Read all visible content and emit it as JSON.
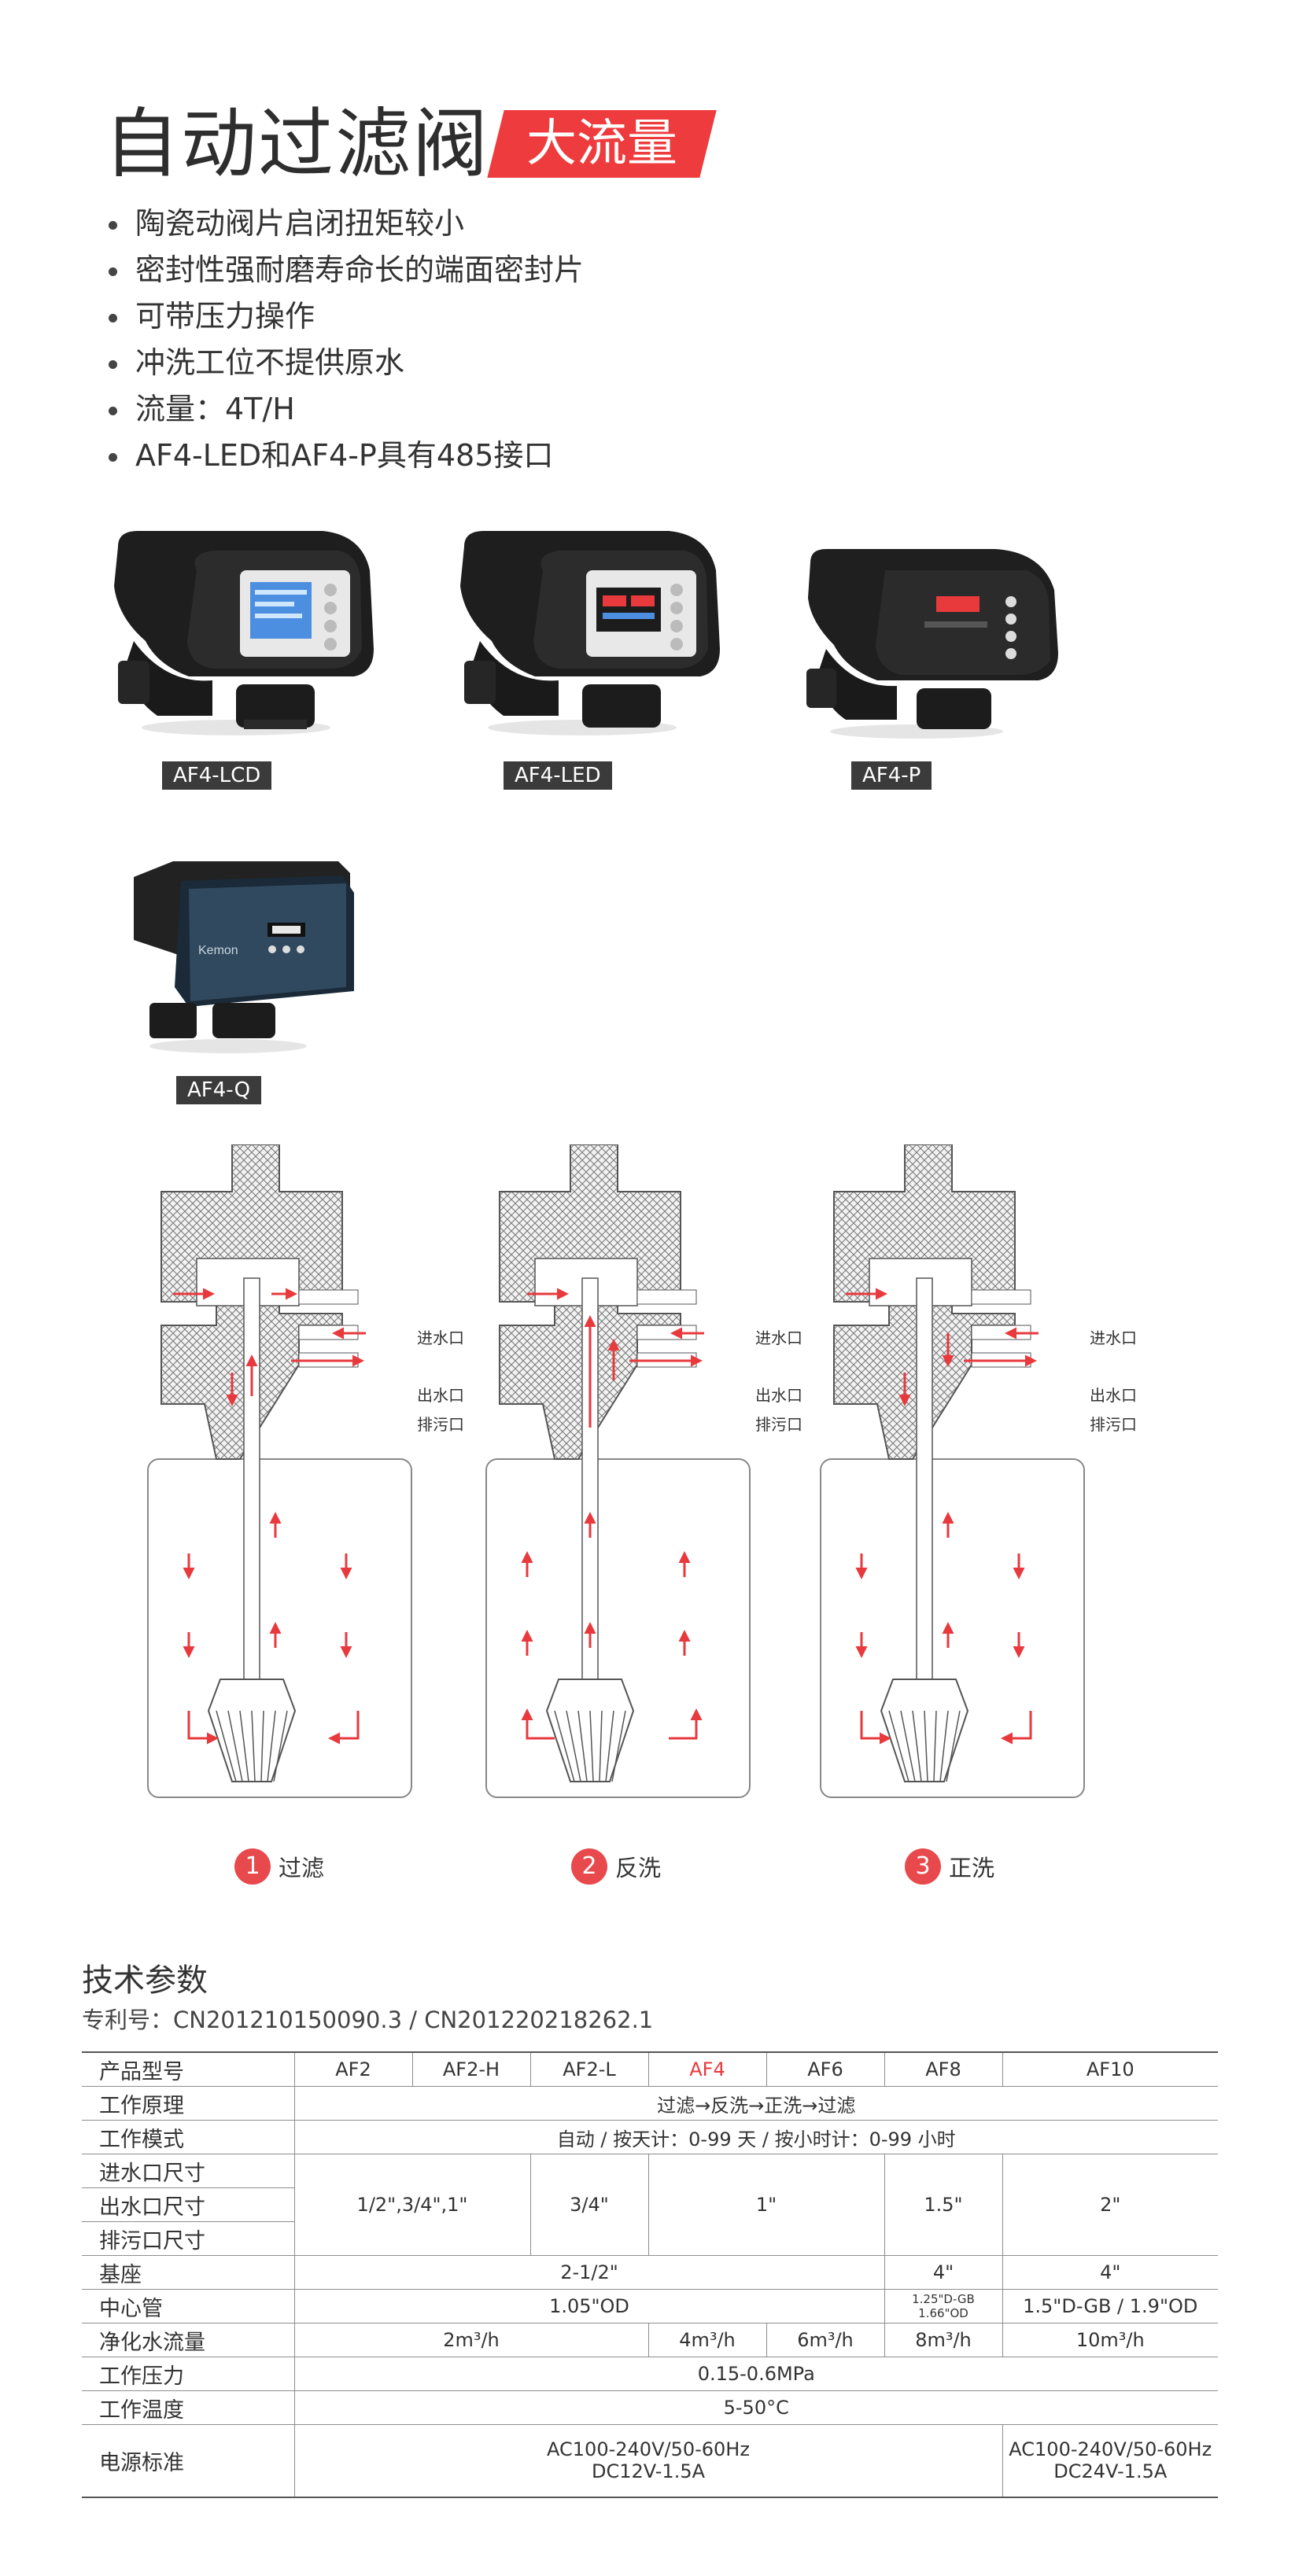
{
  "title": "自动过滤阀",
  "tag": "大流量",
  "features": [
    "陶瓷动阀片启闭扭矩较小",
    "密封性强耐磨寿命长的端面密封片",
    "可带压力操作",
    "冲洗工位不提供原水",
    "流量：4T/H",
    "AF4-LED和AF4-P具有485接口"
  ],
  "products": [
    {
      "label": "AF4-LCD",
      "screen": "LCD"
    },
    {
      "label": "AF4-LED",
      "screen": "LED"
    },
    {
      "label": "AF4-P"
    },
    {
      "label": "AF4-Q",
      "brand": "Kemon"
    }
  ],
  "diagrams": [
    {
      "num": "1",
      "label": "过滤"
    },
    {
      "num": "2",
      "label": "反洗"
    },
    {
      "num": "3",
      "label": "正洗"
    }
  ],
  "ports": {
    "inlet": "进水口",
    "outlet": "出水口",
    "drain": "排污口"
  },
  "spec": {
    "title": "技术参数",
    "patent": "专利号：CN201210150090.3 / CN201220218262.1",
    "header": [
      "产品型号",
      "AF2",
      "AF2-H",
      "AF2-L",
      "AF4",
      "AF6",
      "AF8",
      "AF10"
    ],
    "principle_label": "工作原理",
    "principle": "过滤→反洗→正洗→过滤",
    "mode_label": "工作模式",
    "mode": "自动 / 按天计：0-99 天 / 按小时计：0-99 小时",
    "inlet_label": "进水口尺寸",
    "outlet_label": "出水口尺寸",
    "drain_label": "排污口尺寸",
    "port_sizes": [
      "1/2\",3/4\",1\"",
      "3/4\"",
      "1\"",
      "1.5\"",
      "2\""
    ],
    "base_label": "基座",
    "base": [
      "2-1/2\"",
      "4\"",
      "4\""
    ],
    "tube_label": "中心管",
    "tube": [
      "1.05\"OD",
      "1.25\"D-GB",
      "1.66\"OD",
      "1.5\"D-GB / 1.9\"OD"
    ],
    "flow_label": "净化水流量",
    "flow": [
      "2m³/h",
      "4m³/h",
      "6m³/h",
      "8m³/h",
      "10m³/h"
    ],
    "pressure_label": "工作压力",
    "pressure": "0.15-0.6MPa",
    "temp_label": "工作温度",
    "temp": "5-50°C",
    "power_label": "电源标准",
    "power_a1": "AC100-240V/50-60Hz",
    "power_a2": "DC12V-1.5A",
    "power_b1": "AC100-240V/50-60Hz",
    "power_b2": "DC24V-1.5A"
  },
  "colors": {
    "accent": "#ee3b3e",
    "arrow": "#e8393d",
    "label_bg": "#3b3b3b"
  }
}
